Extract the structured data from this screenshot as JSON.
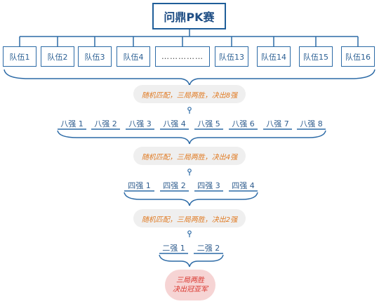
{
  "title": "问鼎PK赛",
  "teams": [
    "队伍1",
    "队伍2",
    "队伍3",
    "队伍4",
    "……………",
    "队伍13",
    "队伍14",
    "队伍15",
    "队伍16"
  ],
  "stage1": {
    "rule": "随机匹配，三局两胜，决出8强",
    "items": [
      "八强 1",
      "八强 2",
      "八强 3",
      "八强 4",
      "八强 5",
      "八强 6",
      "八强 7",
      "八强 8"
    ]
  },
  "stage2": {
    "rule": "随机匹配，三局两胜，决出4强",
    "items": [
      "四强 1",
      "四强 2",
      "四强 3",
      "四强 4"
    ]
  },
  "stage3": {
    "rule": "随机匹配，三局两胜，决出2强",
    "items": [
      "二强 1",
      "二强 2"
    ]
  },
  "final": {
    "line1": "三局两胜",
    "line2": "决出冠亚军"
  },
  "colors": {
    "line": "#2c6aa6",
    "accent": "#e07a22",
    "final_text": "#d9352d"
  }
}
